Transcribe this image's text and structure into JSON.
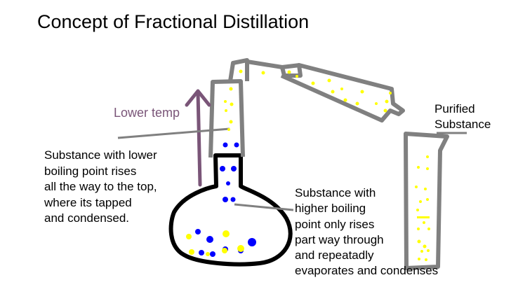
{
  "title": "Concept of Fractional Distillation",
  "labels": {
    "lower_temp": "Lower temp",
    "purified_substance": "Purified\nSubstance",
    "lower_boiling_point": "Substance with lower\nboiling point rises\nall the way to the top,\nwhere its tapped\nand condensed.",
    "higher_boiling_point": "Substance with\nhigher boiling\npoint only rises\npart way through\nand repeatadly\nevaporates and condenses"
  },
  "colors": {
    "apparatus": "#808080",
    "flask_outline": "#000000",
    "arrow": "#7a5578",
    "low_bp_particles": "#ffff00",
    "high_bp_particles": "#0000ff"
  }
}
